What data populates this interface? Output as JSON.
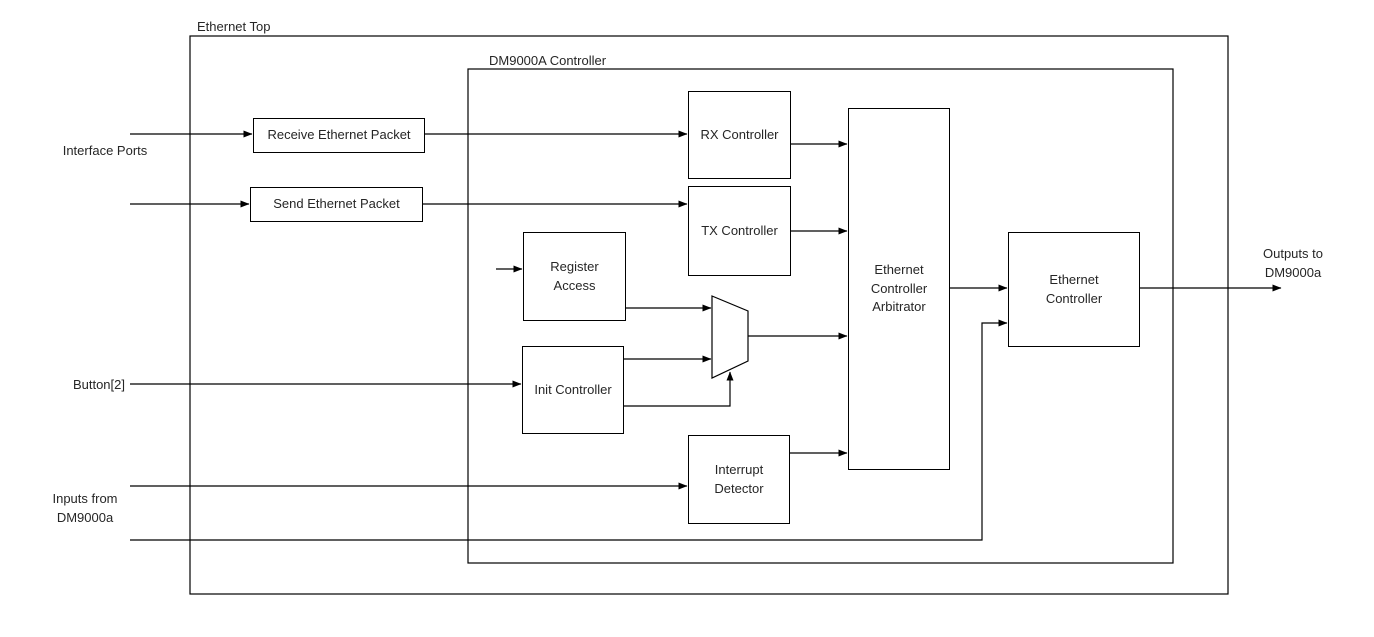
{
  "groups": {
    "outer": "Ethernet Top",
    "inner": "DM9000A Controller"
  },
  "nodes": {
    "receive": "Receive Ethernet Packet",
    "send": "Send Ethernet Packet",
    "rx": "RX Controller",
    "tx": "TX Controller",
    "register_access": "Register Access",
    "init": "Init Controller",
    "interrupt": "Interrupt Detector",
    "arbitrator": "Ethernet Controller Arbitrator",
    "ethernet_controller": "Ethernet Controller"
  },
  "external_labels": {
    "interface_ports": "Interface Ports",
    "button": "Button[2]",
    "inputs": "Inputs from DM9000a",
    "outputs": "Outputs to DM9000a"
  },
  "edges": [
    {
      "from": "Interface Ports",
      "to": "Receive Ethernet Packet"
    },
    {
      "from": "Interface Ports",
      "to": "Send Ethernet Packet"
    },
    {
      "from": "Receive Ethernet Packet",
      "to": "RX Controller"
    },
    {
      "from": "Send Ethernet Packet",
      "to": "TX Controller"
    },
    {
      "from": "RX Controller",
      "to": "Ethernet Controller Arbitrator"
    },
    {
      "from": "TX Controller",
      "to": "Ethernet Controller Arbitrator"
    },
    {
      "from": "stub",
      "to": "Register Access"
    },
    {
      "from": "Register Access",
      "to": "mux"
    },
    {
      "from": "Init Controller",
      "to": "mux"
    },
    {
      "from": "Init Controller",
      "to": "mux-select"
    },
    {
      "from": "mux",
      "to": "Ethernet Controller Arbitrator"
    },
    {
      "from": "Button[2]",
      "to": "Init Controller"
    },
    {
      "from": "Inputs from DM9000a",
      "to": "Interrupt Detector"
    },
    {
      "from": "Inputs from DM9000a",
      "to": "Ethernet Controller"
    },
    {
      "from": "Interrupt Detector",
      "to": "Ethernet Controller Arbitrator"
    },
    {
      "from": "Ethernet Controller Arbitrator",
      "to": "Ethernet Controller"
    },
    {
      "from": "Ethernet Controller",
      "to": "Outputs to DM9000a"
    }
  ],
  "colors": {
    "line": "#000000",
    "text": "#262626",
    "background": "#ffffff"
  }
}
